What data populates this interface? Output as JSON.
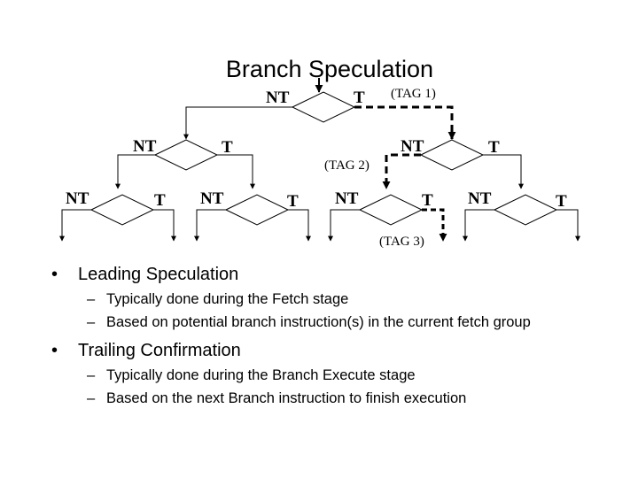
{
  "slide": {
    "title": "Branch Speculation"
  },
  "diagram": {
    "labels": {
      "nt": "NT",
      "t": "T",
      "tag1": "(TAG 1)",
      "tag2": "(TAG 2)",
      "tag3": "(TAG 3)"
    }
  },
  "bullets": [
    {
      "text": "Leading Speculation",
      "subs": [
        "Typically done during the Fetch stage",
        "Based on potential branch instruction(s) in the current fetch group"
      ]
    },
    {
      "text": "Trailing Confirmation",
      "subs": [
        "Typically done during the Branch Execute stage",
        "Based on the next Branch instruction to finish execution"
      ]
    }
  ],
  "glyphs": {
    "bullet": "•",
    "dash": "–"
  }
}
